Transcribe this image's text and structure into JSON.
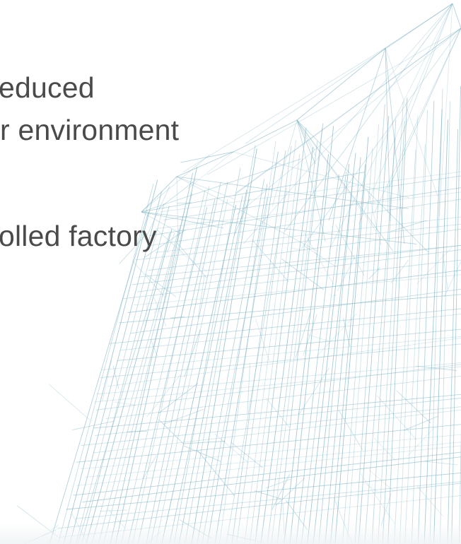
{
  "text_lines": {
    "line1": "educed",
    "line2": "r environment",
    "line3": "olled factory"
  },
  "background": {
    "icon": "wireframe-building-illustration",
    "line_color": "#7fb3c2"
  }
}
